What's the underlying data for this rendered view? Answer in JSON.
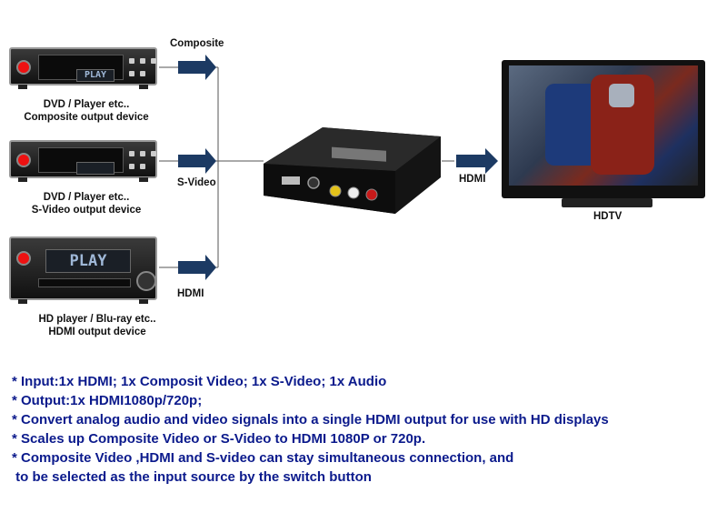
{
  "signals": {
    "composite": "Composite",
    "svideo": "S-Video",
    "hdmi_in": "HDMI",
    "hdmi_out": "HDMI"
  },
  "devices": {
    "dvd1": {
      "display": "PLAY",
      "line1": "DVD / Player  etc..",
      "line2": "Composite output device"
    },
    "dvd2": {
      "display": "",
      "line1": "DVD / Player  etc..",
      "line2": "S-Video output device"
    },
    "bluray": {
      "display": "PLAY",
      "line1": "HD player / Blu-ray  etc..",
      "line2": "HDMI output device"
    }
  },
  "tv": {
    "label": "HDTV"
  },
  "features": [
    "* Input:1x HDMI; 1x Composit Video; 1x S-Video; 1x Audio",
    "* Output:1x HDMI1080p/720p;",
    "* Convert analog audio and video signals into a single HDMI output for use with HD displays",
    "* Scales up Composite Video or S-Video to HDMI 1080P or 720p.",
    "* Composite Video ,HDMI and S-video can stay simultaneous connection, and",
    " to be selected as the input source by the switch button"
  ],
  "colors": {
    "arrow": "#1c3a63",
    "text_blue": "#0b1a8c",
    "led": "#e11111"
  }
}
